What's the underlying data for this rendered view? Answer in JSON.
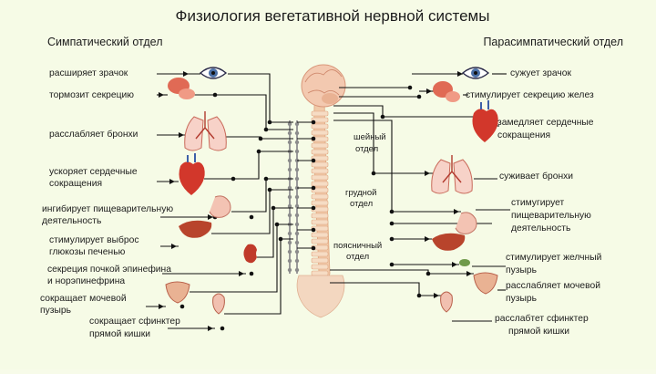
{
  "title": "Физиология вегетативной нервной системы",
  "sympathetic": {
    "heading": "Симпатический отдел",
    "labels": [
      [
        "расширяет зрачок"
      ],
      [
        "тормозит секрецию"
      ],
      [
        "расслабляет бронхи"
      ],
      [
        "ускоряет сердечные",
        "сокращения"
      ],
      [
        "ингибирует пищеварительную",
        "деятельность"
      ],
      [
        "стимулирует выброс",
        "глюкозы печенью"
      ],
      [
        "секреция почкой эпинефина",
        "и норэпинефрина"
      ],
      [
        "сокращает мочевой",
        "пузырь"
      ],
      [
        "сокращает сфинктер",
        "прямой кишки"
      ]
    ]
  },
  "parasympathetic": {
    "heading": "Парасимпатический отдел",
    "labels": [
      [
        "сужует зрачок"
      ],
      [
        "стимулирует секрецию желез"
      ],
      [
        "замедляет сердечные",
        "сокращения"
      ],
      [
        "суживает бронхи"
      ],
      [
        "стимугирует",
        "пищеварительную",
        "деятельность"
      ],
      [
        "стимулирует желчный",
        "пузырь"
      ],
      [
        "расслабляет мочевой",
        "пузырь"
      ],
      [
        "расслабтет сфинктер",
        "прямой кишки"
      ]
    ]
  },
  "spine_segments": [
    [
      "шейный",
      "отдел"
    ],
    [
      "грудной",
      "отдел"
    ],
    [
      "поясничный",
      "отдел"
    ]
  ],
  "colors": {
    "background": "#f6fbe6",
    "organ": "#d64a3a",
    "organ_light": "#f0a89c",
    "spine": "#f1c9a8",
    "chain": "#9a9a9a",
    "wire": "#111111"
  }
}
